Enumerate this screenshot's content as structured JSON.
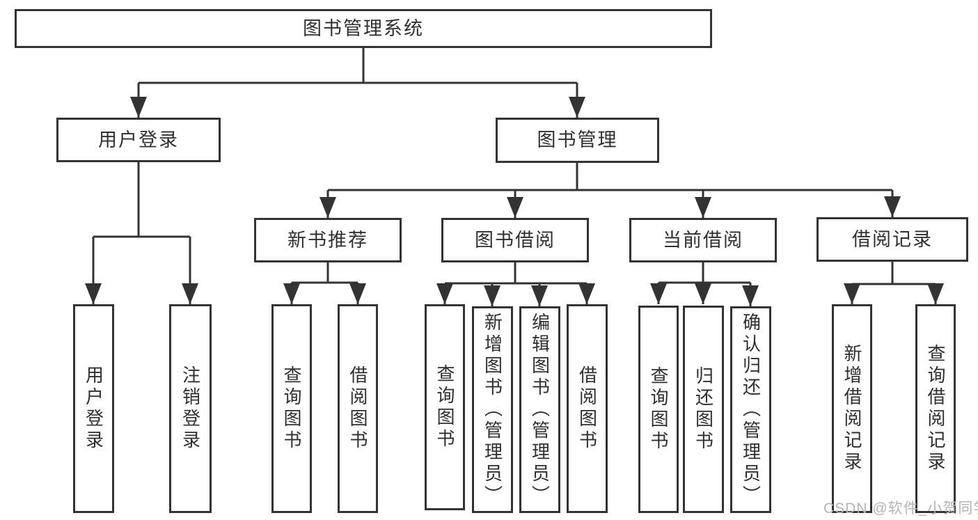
{
  "colors": {
    "background": "#ffffff",
    "line": "#333333",
    "box_border": "#333333",
    "text": "#2f2f2f",
    "watermark": "#b5b5b5"
  },
  "tree": {
    "label": "图书管理系统",
    "children": [
      {
        "label": "用户登录",
        "children": [
          {
            "label": "用户登录"
          },
          {
            "label": "注销登录"
          }
        ]
      },
      {
        "label": "图书管理",
        "children": [
          {
            "label": "新书推荐",
            "children": [
              {
                "label": "查询图书"
              },
              {
                "label": "借阅图书"
              }
            ]
          },
          {
            "label": "图书借阅",
            "children": [
              {
                "label": "查询图书"
              },
              {
                "label": "新增图书（管理员）"
              },
              {
                "label": "编辑图书（管理员）"
              },
              {
                "label": "借阅图书"
              }
            ]
          },
          {
            "label": "当前借阅",
            "children": [
              {
                "label": "查询图书"
              },
              {
                "label": "归还图书"
              },
              {
                "label": "确认归还（管理员）"
              }
            ]
          },
          {
            "label": "借阅记录",
            "children": [
              {
                "label": "新增借阅记录"
              },
              {
                "label": "查询借阅记录"
              }
            ]
          }
        ]
      }
    ]
  },
  "watermark": {
    "text": "CSDN @软件_小贺同学"
  }
}
